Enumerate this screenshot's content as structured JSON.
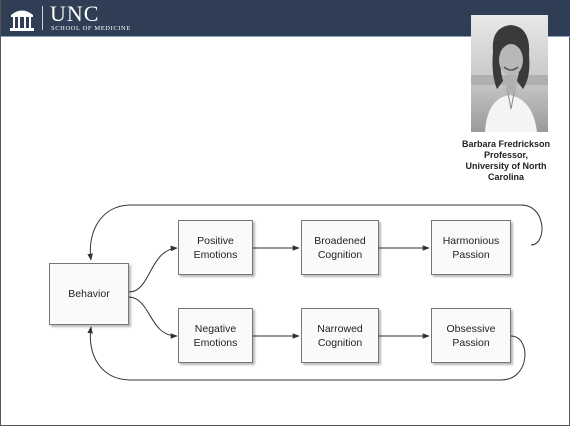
{
  "header": {
    "title": "UNC",
    "subtitle": "SCHOOL OF MEDICINE",
    "logo_icon": "old-well-icon",
    "background": "#2f3e55"
  },
  "portrait": {
    "caption": {
      "name": "Barbara Fredrickson",
      "role": "Professor,",
      "affiliation_line1": "University of North",
      "affiliation_line2": "Carolina"
    }
  },
  "diagram": {
    "behavior": "Behavior",
    "positive_emotions": [
      "Positive",
      "Emotions"
    ],
    "broadened_cognition": [
      "Broadened",
      "Cognition"
    ],
    "harmonious_passion": [
      "Harmonious",
      "Passion"
    ],
    "negative_emotions": [
      "Negative",
      "Emotions"
    ],
    "narrowed_cognition": [
      "Narrowed",
      "Cognition"
    ],
    "obsessive_passion": [
      "Obsessive",
      "Passion"
    ]
  }
}
